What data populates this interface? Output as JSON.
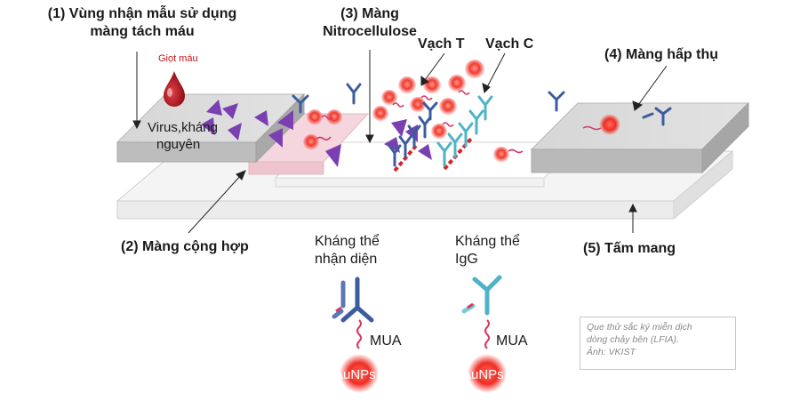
{
  "labels": {
    "sample_zone": [
      "(1) Vùng nhận mẫu sử dụng",
      "màng tách máu"
    ],
    "nitrocellulose": [
      "(3) Màng",
      "Nitrocellulose"
    ],
    "line_t": "Vạch T",
    "line_c": "Vạch C",
    "absorbent": "(4) Màng hấp thụ",
    "blood_drop": "Giọt máu",
    "antigen": [
      "Virus,kháng",
      "nguyên"
    ],
    "conjugate": "(2) Màng cộng hợp",
    "backing": "(5) Tấm mang"
  },
  "legend": {
    "detection_antibody": [
      "Kháng thể",
      "nhận diện"
    ],
    "igg_antibody": [
      "Kháng thể",
      "IgG"
    ],
    "mua": "MUA",
    "aunps": "AuNPs"
  },
  "caption": [
    "Que thử sắc ký miễn dịch",
    "dòng chảy bên (LFIA).",
    "Ảnh: VKIST"
  ],
  "colors": {
    "gold_particle": "#e8342c",
    "antigen": "#7a3fb0",
    "detection_antibody": "#3b5c9e",
    "igg_antibody": "#4fb3c7",
    "blood": "#b0121a"
  }
}
